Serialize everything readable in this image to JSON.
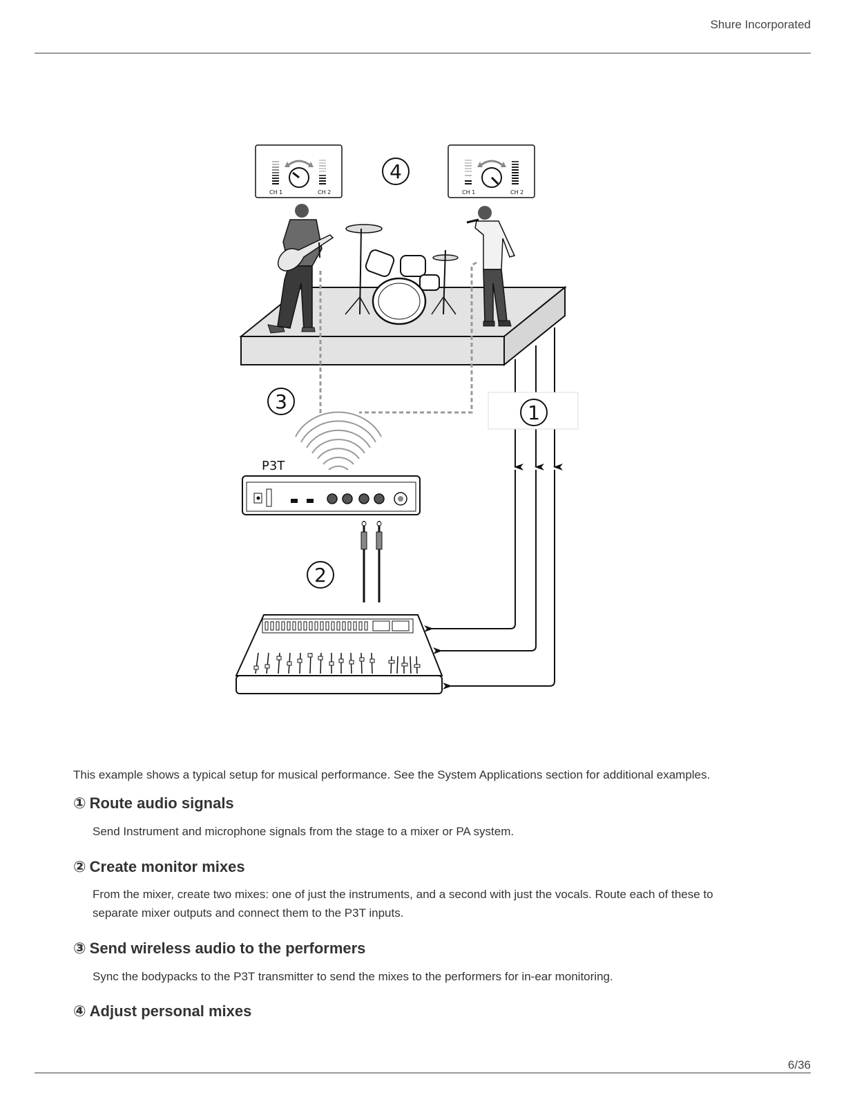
{
  "header": {
    "company": "Shure Incorporated"
  },
  "diagram": {
    "callouts": [
      "1",
      "2",
      "3",
      "4"
    ],
    "device_label": "P3T",
    "channel_labels": [
      "CH 1",
      "CH 2"
    ],
    "icons": [
      "guitarist-figure",
      "drum-kit",
      "vocalist-figure",
      "stage-platform",
      "wireless-signal-icon",
      "mixer-console",
      "bodypack-knob-icon"
    ],
    "colors": {
      "line": "#111111",
      "stage": "#e3e3e3",
      "wireless": "#999999"
    }
  },
  "intro": "This example shows a typical setup for musical performance. See the System Applications section for additional examples.",
  "sections": [
    {
      "num": "①",
      "title": "Route audio signals",
      "body": "Send Instrument and microphone signals from the stage to a mixer or PA system."
    },
    {
      "num": "②",
      "title": "Create monitor mixes",
      "body": "From the mixer, create two mixes: one of just the instruments, and a second with just the vocals. Route each of these to separate mixer outputs and connect them to the P3T inputs."
    },
    {
      "num": "③",
      "title": "Send wireless audio to the performers",
      "body": "Sync the bodypacks to the P3T transmitter to send the mixes to the performers for in-ear monitoring."
    },
    {
      "num": "④",
      "title": "Adjust personal mixes",
      "body": ""
    }
  ],
  "footer": {
    "page": "6/36"
  }
}
